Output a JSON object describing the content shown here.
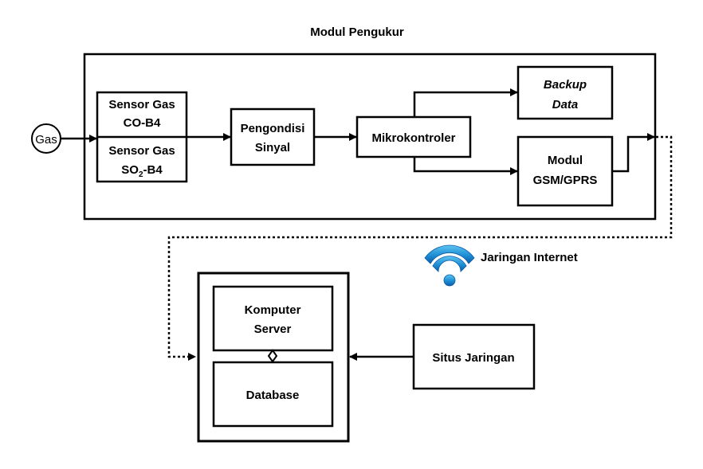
{
  "diagram": {
    "title": "Modul Pengukur",
    "gas_input": "Gas",
    "sensor_co": {
      "line1": "Sensor Gas",
      "line2": "CO-B4"
    },
    "sensor_so2": {
      "line1": "Sensor Gas",
      "line2_main": "SO",
      "line2_sub": "2",
      "line2_tail": "-B4"
    },
    "signal_conditioner": {
      "line1": "Pengondisi",
      "line2": "Sinyal"
    },
    "microcontroller": "Mikrokontroler",
    "backup": {
      "line1": "Backup",
      "line2": "Data"
    },
    "gsm_module": {
      "line1": "Modul",
      "line2": "GSM/GPRS"
    },
    "network_label": "Jaringan Internet",
    "server": {
      "line1": "Komputer",
      "line2": "Server"
    },
    "database": "Database",
    "website": "Situs Jaringan",
    "colors": {
      "wifi_light": "#5fc4f0",
      "wifi_mid": "#1e8fd6",
      "wifi_dark": "#0b5aa6"
    }
  }
}
